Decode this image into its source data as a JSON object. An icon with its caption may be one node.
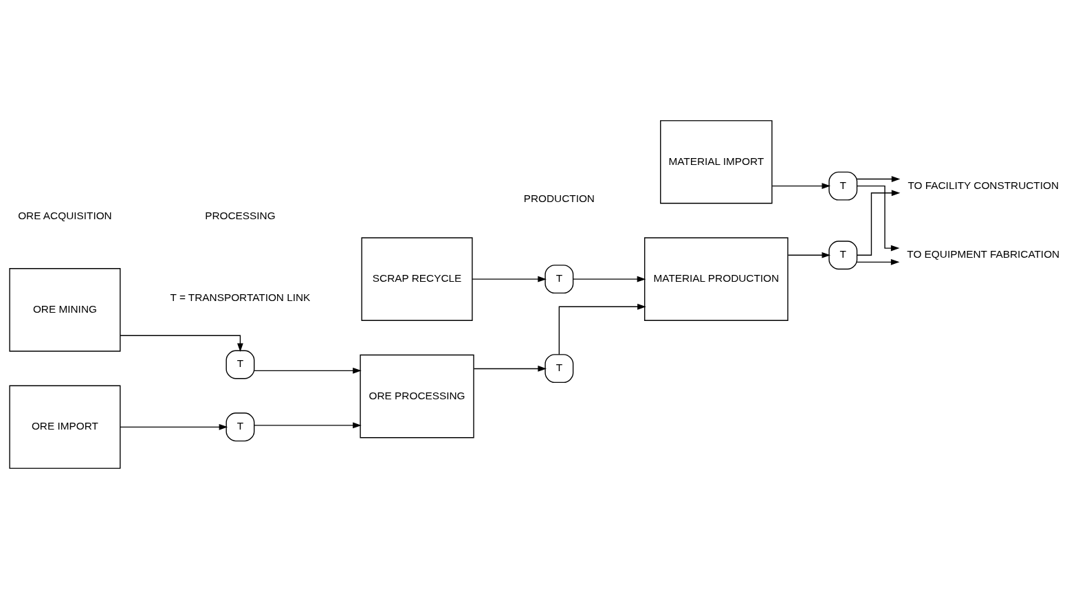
{
  "diagram": {
    "nodes": [
      {
        "text": [
          "ORE IMPORT"
        ]
      },
      {
        "text": [
          "T"
        ]
      },
      {
        "text": [
          "ORE MINING"
        ]
      },
      {
        "text": [
          "T"
        ]
      },
      {
        "text": [
          "ORE PROCESSING"
        ]
      },
      {
        "text": [
          "T"
        ]
      },
      {
        "text": [
          "MATERIAL IMPORT"
        ]
      },
      {
        "text": [
          "T"
        ]
      },
      {
        "text": [
          "MATERIAL PRODUCTION"
        ]
      },
      {
        "text": [
          "T"
        ]
      },
      {
        "text": [
          "T"
        ]
      },
      {
        "text": [
          "SCRAP RECYCLE"
        ]
      },
      {
        "text": [
          "TO FACILITY CONSTRUCTION"
        ]
      },
      {
        "text": [
          "TO EQUIPMENT FABRICATION"
        ]
      }
    ],
    "edges": [
      {
        "from": 0,
        "to": 1,
        "arrow": "to"
      },
      {
        "from": 2,
        "to": 3,
        "arrow": "to"
      },
      {
        "from": 1,
        "to": 4,
        "arrow": "to"
      },
      {
        "from": 3,
        "to": 4,
        "arrow": "to"
      },
      {
        "from": 4,
        "to": 5,
        "arrow": "to"
      },
      {
        "from": 5,
        "to": 8,
        "arrow": "to"
      },
      {
        "from": 6,
        "to": 7,
        "arrow": "to"
      },
      {
        "from": 8,
        "to": 9,
        "arrow": "to"
      },
      {
        "from": 11,
        "to": 10,
        "arrow": "to"
      },
      {
        "from": 10,
        "to": 8,
        "arrow": "to"
      },
      {
        "from": 7,
        "to": 12,
        "arrow": "to"
      },
      {
        "from": 7,
        "to": 13,
        "arrow": "to"
      },
      {
        "from": 9,
        "to": 12,
        "arrow": "to"
      },
      {
        "from": 9,
        "to": 13,
        "arrow": "to"
      }
    ],
    "labels": [
      "ORE ACQUISITION",
      "PROCESSING",
      "PRODUCTION",
      "T = TRANSPORTATION LINK"
    ]
  }
}
